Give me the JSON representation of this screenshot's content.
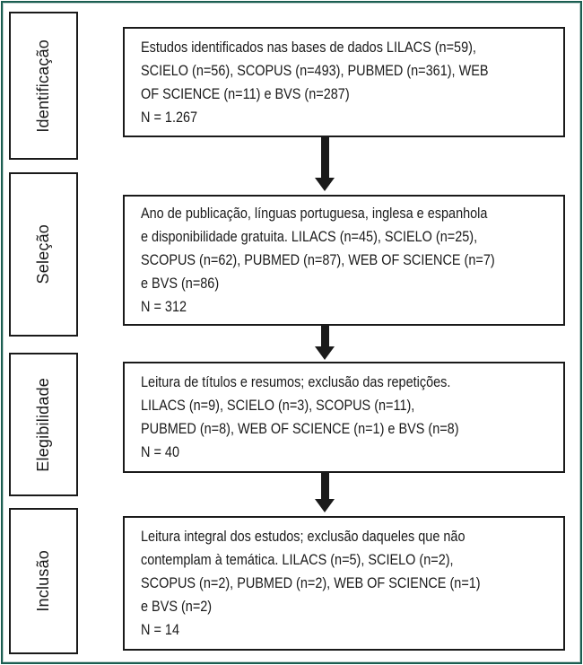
{
  "figure": {
    "type": "prisma-flow-diagram",
    "frame_color": "#1b5e51",
    "box_border_color": "#1a1a1a",
    "text_color": "#1a1a1a",
    "arrow_color": "#1a1a1a"
  },
  "stages": [
    {
      "label": "Identificação",
      "text": "Estudos identificados nas bases de dados LILACS (n=59),\nSCIELO (n=56), SCOPUS (n=493), PUBMED (n=361), WEB\nOF SCIENCE (n=11) e BVS (n=287)",
      "total": "N = 1.267"
    },
    {
      "label": "Seleção",
      "text": "Ano de publicação, línguas portuguesa, inglesa e espanhola\ne disponibilidade gratuita. LILACS (n=45), SCIELO (n=25),\nSCOPUS (n=62), PUBMED (n=87), WEB OF SCIENCE (n=7)\ne BVS (n=86)",
      "total": "N = 312"
    },
    {
      "label": "Elegibilidade",
      "text": "Leitura de títulos e resumos; exclusão das repetições.\nLILACS (n=9), SCIELO (n=3), SCOPUS (n=11),\nPUBMED (n=8), WEB OF SCIENCE (n=1) e BVS (n=8)",
      "total": "N = 40"
    },
    {
      "label": "Inclusão",
      "text": "Leitura integral dos estudos; exclusão daqueles que não\ncontemplam à temática. LILACS (n=5), SCIELO (n=2),\nSCOPUS (n=2), PUBMED (n=2), WEB OF SCIENCE (n=1)\ne BVS (n=2)",
      "total": "N = 14"
    }
  ]
}
